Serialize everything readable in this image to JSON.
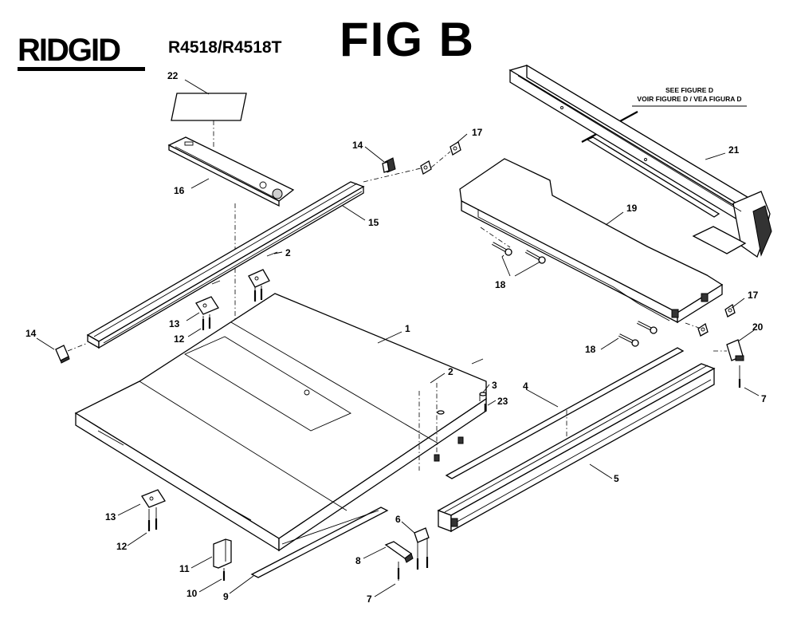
{
  "header": {
    "brand": "RIDGID",
    "model": "R4518/R4518T",
    "figure": "FIG B"
  },
  "reference_note": {
    "line1": "SEE FIGURE D",
    "line2": "VOIR FIGURE D / VEA FIGURA D"
  },
  "callouts": [
    {
      "id": "22",
      "label": "22"
    },
    {
      "id": "16",
      "label": "16"
    },
    {
      "id": "14a",
      "label": "14"
    },
    {
      "id": "15",
      "label": "15"
    },
    {
      "id": "17a",
      "label": "17"
    },
    {
      "id": "21",
      "label": "21"
    },
    {
      "id": "19",
      "label": "19"
    },
    {
      "id": "2a",
      "label": "2"
    },
    {
      "id": "18a",
      "label": "18"
    },
    {
      "id": "13a",
      "label": "13"
    },
    {
      "id": "12a",
      "label": "12"
    },
    {
      "id": "14b",
      "label": "14"
    },
    {
      "id": "1",
      "label": "1"
    },
    {
      "id": "17b",
      "label": "17"
    },
    {
      "id": "20",
      "label": "20"
    },
    {
      "id": "18b",
      "label": "18"
    },
    {
      "id": "2b",
      "label": "2"
    },
    {
      "id": "3",
      "label": "3"
    },
    {
      "id": "23",
      "label": "23"
    },
    {
      "id": "4",
      "label": "4"
    },
    {
      "id": "7a",
      "label": "7"
    },
    {
      "id": "5",
      "label": "5"
    },
    {
      "id": "13b",
      "label": "13"
    },
    {
      "id": "12b",
      "label": "12"
    },
    {
      "id": "6",
      "label": "6"
    },
    {
      "id": "11",
      "label": "11"
    },
    {
      "id": "8",
      "label": "8"
    },
    {
      "id": "10",
      "label": "10"
    },
    {
      "id": "9",
      "label": "9"
    },
    {
      "id": "7b",
      "label": "7"
    }
  ]
}
